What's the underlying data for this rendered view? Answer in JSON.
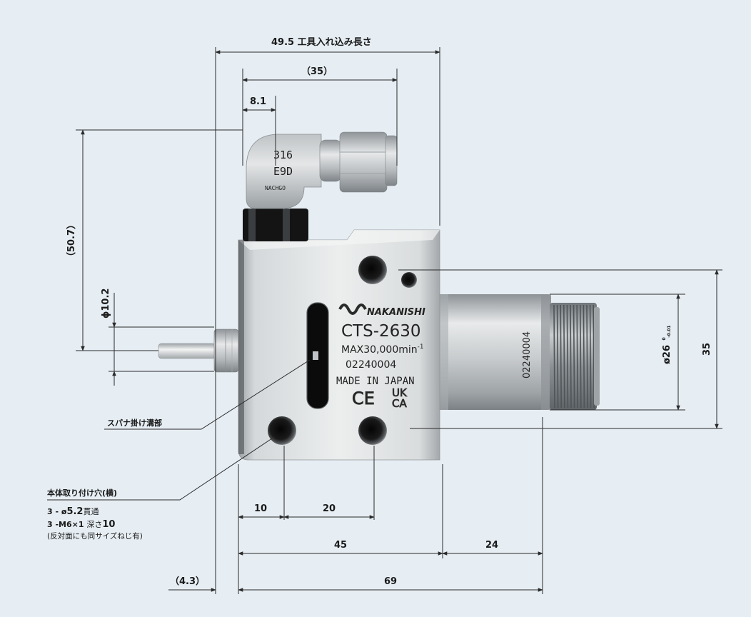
{
  "dimensions": {
    "tool_insertion_length": "49.5 工具入れ込み長さ",
    "fitting_width": "（35）",
    "elbow_offset": "8.1",
    "height_total": "（50.7）",
    "shaft_diameter": "ϕ10.2",
    "spindle_diameter_main": "ø26",
    "spindle_diameter_tol_top": "0",
    "spindle_diameter_tol_bottom": "-0.01",
    "body_height": "35",
    "hole_pitch_a": "10",
    "hole_pitch_b": "20",
    "body_length": "45",
    "nose_length": "24",
    "total_length": "69",
    "shaft_protrusion": "（4.3）"
  },
  "callouts": {
    "wrench_groove": "スパナ掛け溝部",
    "mount_holes_title": "本体取り付け穴(横)",
    "mount_holes_line1_prefix": "3 - ø",
    "mount_holes_line1_value": "5.2",
    "mount_holes_line1_suffix": "貫通",
    "mount_holes_line2_prefix": "3 -M6×1 ",
    "mount_holes_line2_mid": "深さ",
    "mount_holes_line2_value": "10",
    "mount_holes_line3": "(反対面にも同サイズねじ有)"
  },
  "product": {
    "brand": "NAKANISHI",
    "model": "CTS-2630",
    "speed_prefix": "MAX30,000min",
    "speed_exp": "-1",
    "serial": "02240004",
    "origin": "MADE IN JAPAN",
    "mark_ce": "CE",
    "mark_ukca_top": "UK",
    "mark_ukca_bottom": "CA",
    "nose_serial": "02240004",
    "elbow_mark_1": "316",
    "elbow_mark_2": "E9D",
    "elbow_mark_3": "NACHGO"
  },
  "colors": {
    "background": "#e6eef4",
    "dimension_line": "#2a2a2a",
    "text": "#1a1a1a",
    "steel_light": "#eef0f0",
    "steel_dark": "#7d8286"
  }
}
